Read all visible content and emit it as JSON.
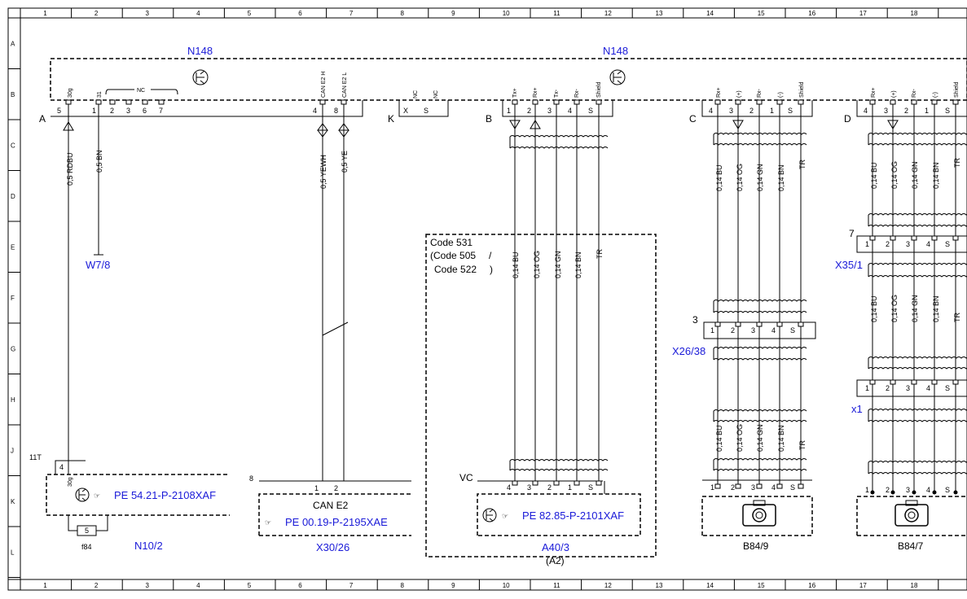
{
  "colors": {
    "line": "#000000",
    "component_label": "#1a1ad8",
    "background": "#ffffff"
  },
  "grid": {
    "columns": [
      "1",
      "2",
      "3",
      "4",
      "5",
      "6",
      "7",
      "8",
      "9",
      "10",
      "11",
      "12",
      "13",
      "14",
      "15",
      "16",
      "17",
      "18"
    ],
    "rows": [
      "A",
      "B",
      "C",
      "D",
      "E",
      "F",
      "G",
      "H",
      "J",
      "K",
      "L"
    ]
  },
  "module": {
    "label_left": "N148",
    "label_right": "N148",
    "connectors": {
      "A": {
        "name": "A",
        "pins": [
          "5",
          "1",
          "2",
          "3",
          "6",
          "7",
          "4",
          "8"
        ],
        "signals": [
          "30g",
          "31",
          "",
          "",
          "",
          "",
          "CAN E2 H",
          "CAN E2 L"
        ],
        "nc": "NC"
      },
      "K": {
        "name": "K",
        "pins": [
          "X",
          "S"
        ],
        "signals": [
          "NC",
          "NC"
        ]
      },
      "B": {
        "name": "B",
        "pins": [
          "1",
          "2",
          "3",
          "4",
          "S"
        ],
        "signals": [
          "Tx+",
          "Rx+",
          "Tx-",
          "Rx-",
          "Shield"
        ]
      },
      "C": {
        "name": "C",
        "pins": [
          "4",
          "3",
          "2",
          "1",
          "S"
        ],
        "signals": [
          "Rx+",
          "(+)",
          "Rx-",
          "(-)",
          "Shield"
        ]
      },
      "D": {
        "name": "D",
        "pins": [
          "4",
          "3",
          "2",
          "1",
          "S"
        ],
        "signals": [
          "Rx+",
          "(+)",
          "Rx-",
          "(-)",
          "Shield"
        ]
      }
    }
  },
  "wires": {
    "a_rdbu": "0,5 RDBU",
    "a_bn": "0,5 BN",
    "can_h": "0,5 YEWH",
    "can_l": "0,5 YE",
    "b": [
      "0,14 BU",
      "0,14 OG",
      "0,14 GN",
      "0,14 BN",
      "TR"
    ],
    "c": [
      "0,14 BU",
      "0,14 OG",
      "0,14 GN",
      "0,14 BN",
      "TR"
    ],
    "d": [
      "0,14 BU",
      "0,14 OG",
      "0,14 GN",
      "0,14 BN",
      "TR"
    ]
  },
  "components": {
    "w7_8": "W7/8",
    "n10_2": {
      "label": "N10/2",
      "ref": "PE 54.21-P-2108XAF",
      "connector": "11T",
      "pin": "4",
      "pin_signal": "30g",
      "fuse": "5",
      "fuse_label": "f84"
    },
    "x30_26": {
      "label": "X30/26",
      "ref": "PE 00.19-P-2195XAE",
      "connector": "8",
      "name": "CAN E2",
      "pins": [
        "1",
        "2"
      ]
    },
    "a40_3": {
      "label": "A40/3",
      "sub": "(A2)",
      "ref": "PE 82.85-P-2101XAF",
      "connector": "VC",
      "pins": [
        "4",
        "3",
        "2",
        "1",
        "S"
      ]
    },
    "code_box": {
      "line1": "Code 531",
      "line2": "(Code 505",
      "slash": "/",
      "line3": "Code 522",
      "paren": ")"
    },
    "x26_38": {
      "label": "X26/38",
      "connector": "3",
      "pins": [
        "1",
        "2",
        "3",
        "4",
        "S"
      ]
    },
    "b84_9": {
      "label": "B84/9",
      "pins": [
        "1",
        "2",
        "3",
        "4",
        "S"
      ]
    },
    "x35_1": {
      "label": "X35/1",
      "connector": "7",
      "pins": [
        "1",
        "2",
        "3",
        "4",
        "S"
      ]
    },
    "x1": {
      "label": "x1",
      "pins": [
        "1",
        "2",
        "3",
        "4",
        "S"
      ]
    },
    "b84_7": {
      "label": "B84/7",
      "pins": [
        "1",
        "2",
        "3",
        "4",
        "S"
      ]
    }
  }
}
